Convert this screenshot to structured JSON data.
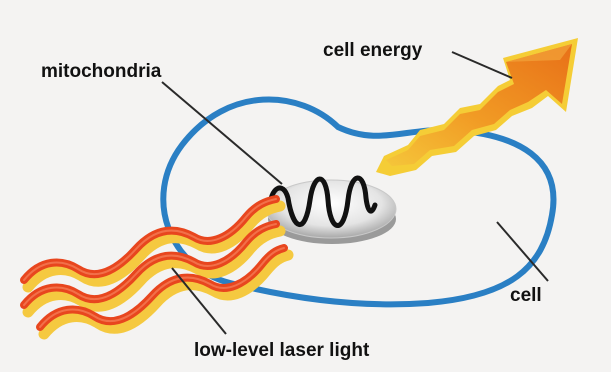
{
  "labels": {
    "mitochondria": "mitochondria",
    "cell_energy": "cell energy",
    "cell": "cell",
    "laser": "low-level laser light"
  },
  "colors": {
    "cell_membrane": "#2a7fc4",
    "laser_red": "#e8461e",
    "laser_yellow": "#f6d23a",
    "energy_orange": "#ee8a1c",
    "leader_line": "#2a2a2a"
  },
  "icons": {
    "cell": "cell-outline-icon",
    "mitochondrion": "mitochondrion-icon",
    "laser": "laser-wave-icon",
    "energy": "energy-arrow-icon"
  }
}
